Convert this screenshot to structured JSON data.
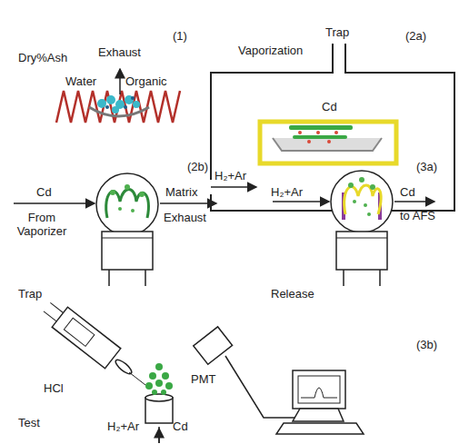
{
  "diagram": {
    "labels": [
      "(1)",
      "Dry%Ash",
      "Exhaust",
      "Water",
      "Organic",
      "(2a)",
      "Trap",
      "Vaporization",
      "Cd",
      "H₂+Ar",
      "(2b)",
      "Cd",
      "From Vaporizer",
      "Matrix",
      "Exhaust",
      "Trap",
      "(3a)",
      "H₂+Ar",
      "Cd",
      "to AFS",
      "Release",
      "(3b)",
      "HCl",
      "PMT",
      "Test",
      "H₂+Ar",
      "Cd"
    ]
  }
}
